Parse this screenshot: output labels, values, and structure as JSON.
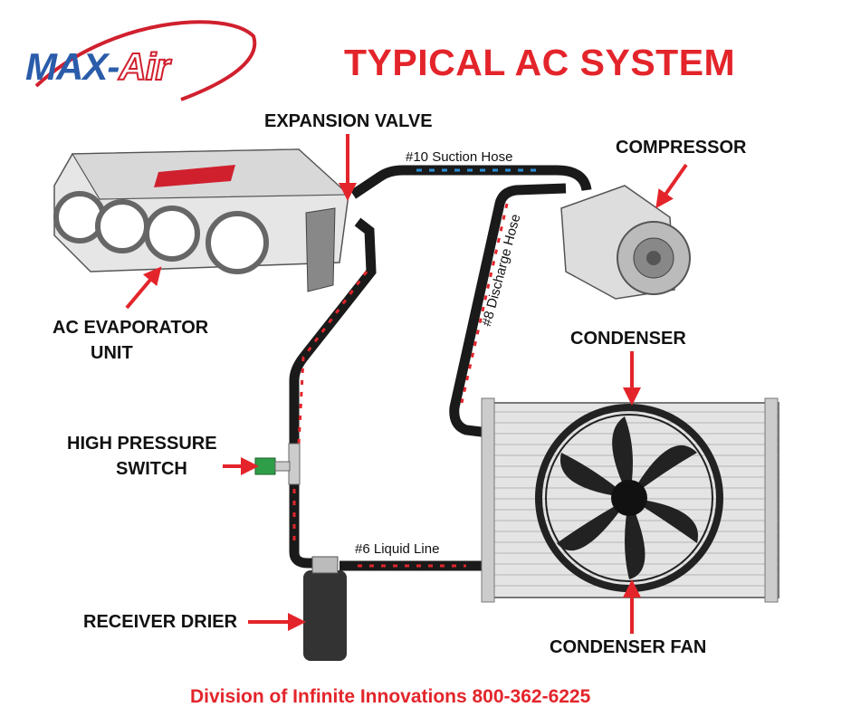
{
  "logo": {
    "part1": "MAX-",
    "part2": "Air"
  },
  "title": "TYPICAL AC SYSTEM",
  "labels": {
    "expansion_valve": "EXPANSION VALVE",
    "compressor": "COMPRESSOR",
    "evaporator_line1": "AC EVAPORATOR",
    "evaporator_line2": "UNIT",
    "condenser": "CONDENSER",
    "switch_line1": "HIGH PRESSURE",
    "switch_line2": "SWITCH",
    "receiver_drier": "RECEIVER DRIER",
    "condenser_fan": "CONDENSER FAN"
  },
  "hoses": {
    "suction": "#10 Suction Hose",
    "discharge": "#8 Discharge Hose",
    "liquid": "#6 Liquid Line"
  },
  "footer": "Division of Infinite Innovations 800-362-6225",
  "colors": {
    "red": "#e3252b",
    "blue": "#2a5caa",
    "hose": "#1a1a1a",
    "arrow_blue": "#2b8fd6"
  }
}
